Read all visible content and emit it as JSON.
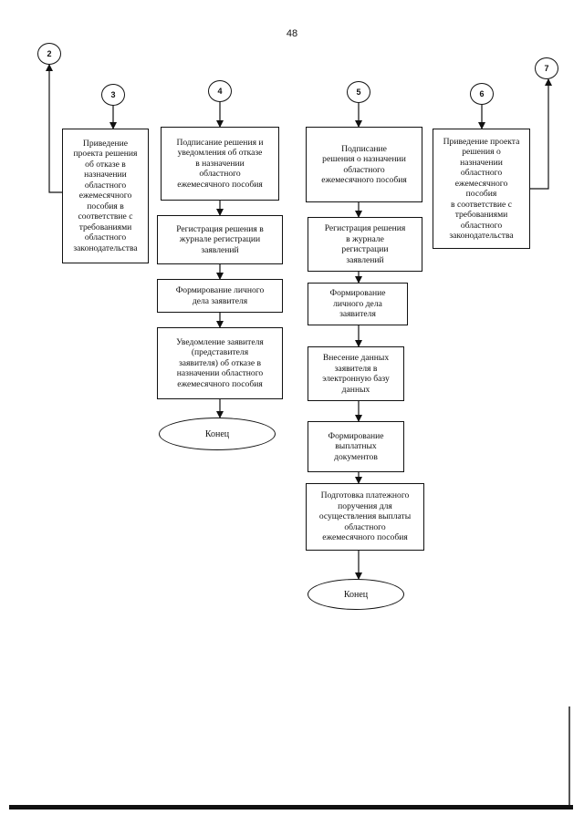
{
  "page_number": "48",
  "connectors": {
    "c2": "2",
    "c3": "3",
    "c4": "4",
    "c5": "5",
    "c6": "6",
    "c7": "7"
  },
  "boxes": {
    "b3": "Приведение\nпроекта решения\nоб отказе в\nназначении\nобластного\nежемесячного\nпособия  в\nсоответствие с\nтребованиями\nобластного\nзаконодательства",
    "b4_1": "Подписание решения и\nуведомления об отказе\nв назначении\nобластного\nежемесячного пособия",
    "b4_2": "Регистрация решения в\nжурнале регистрации\nзаявлений",
    "b4_3": "Формирование личного\nдела заявителя",
    "b4_4": "Уведомление заявителя\n(представителя\nзаявителя) об отказе в\nназначении областного\nежемесячного пособия",
    "b5_1": "Подписание\nрешения о назначении\nобластного\nежемесячного пособия",
    "b5_2": "Регистрация решения\nв журнале\nрегистрации\nзаявлений",
    "b5_3": "Формирование\nличного дела\nзаявителя",
    "b5_4": "Внесение данных\nзаявителя в\nэлектронную базу\nданных",
    "b5_5": "Формирование\nвыплатных\nдокументов",
    "b5_6": "Подготовка платежного\nпоручения для\nосуществления выплаты\nобластного\nежемесячного пособия",
    "b6": "Приведение проекта\nрешения о\nназначении\nобластного\nежемесячного\nпособия\nв соответствие с\nтребованиями\nобластного\nзаконодательства"
  },
  "ends": {
    "end4": "Конец",
    "end5": "Конец"
  }
}
